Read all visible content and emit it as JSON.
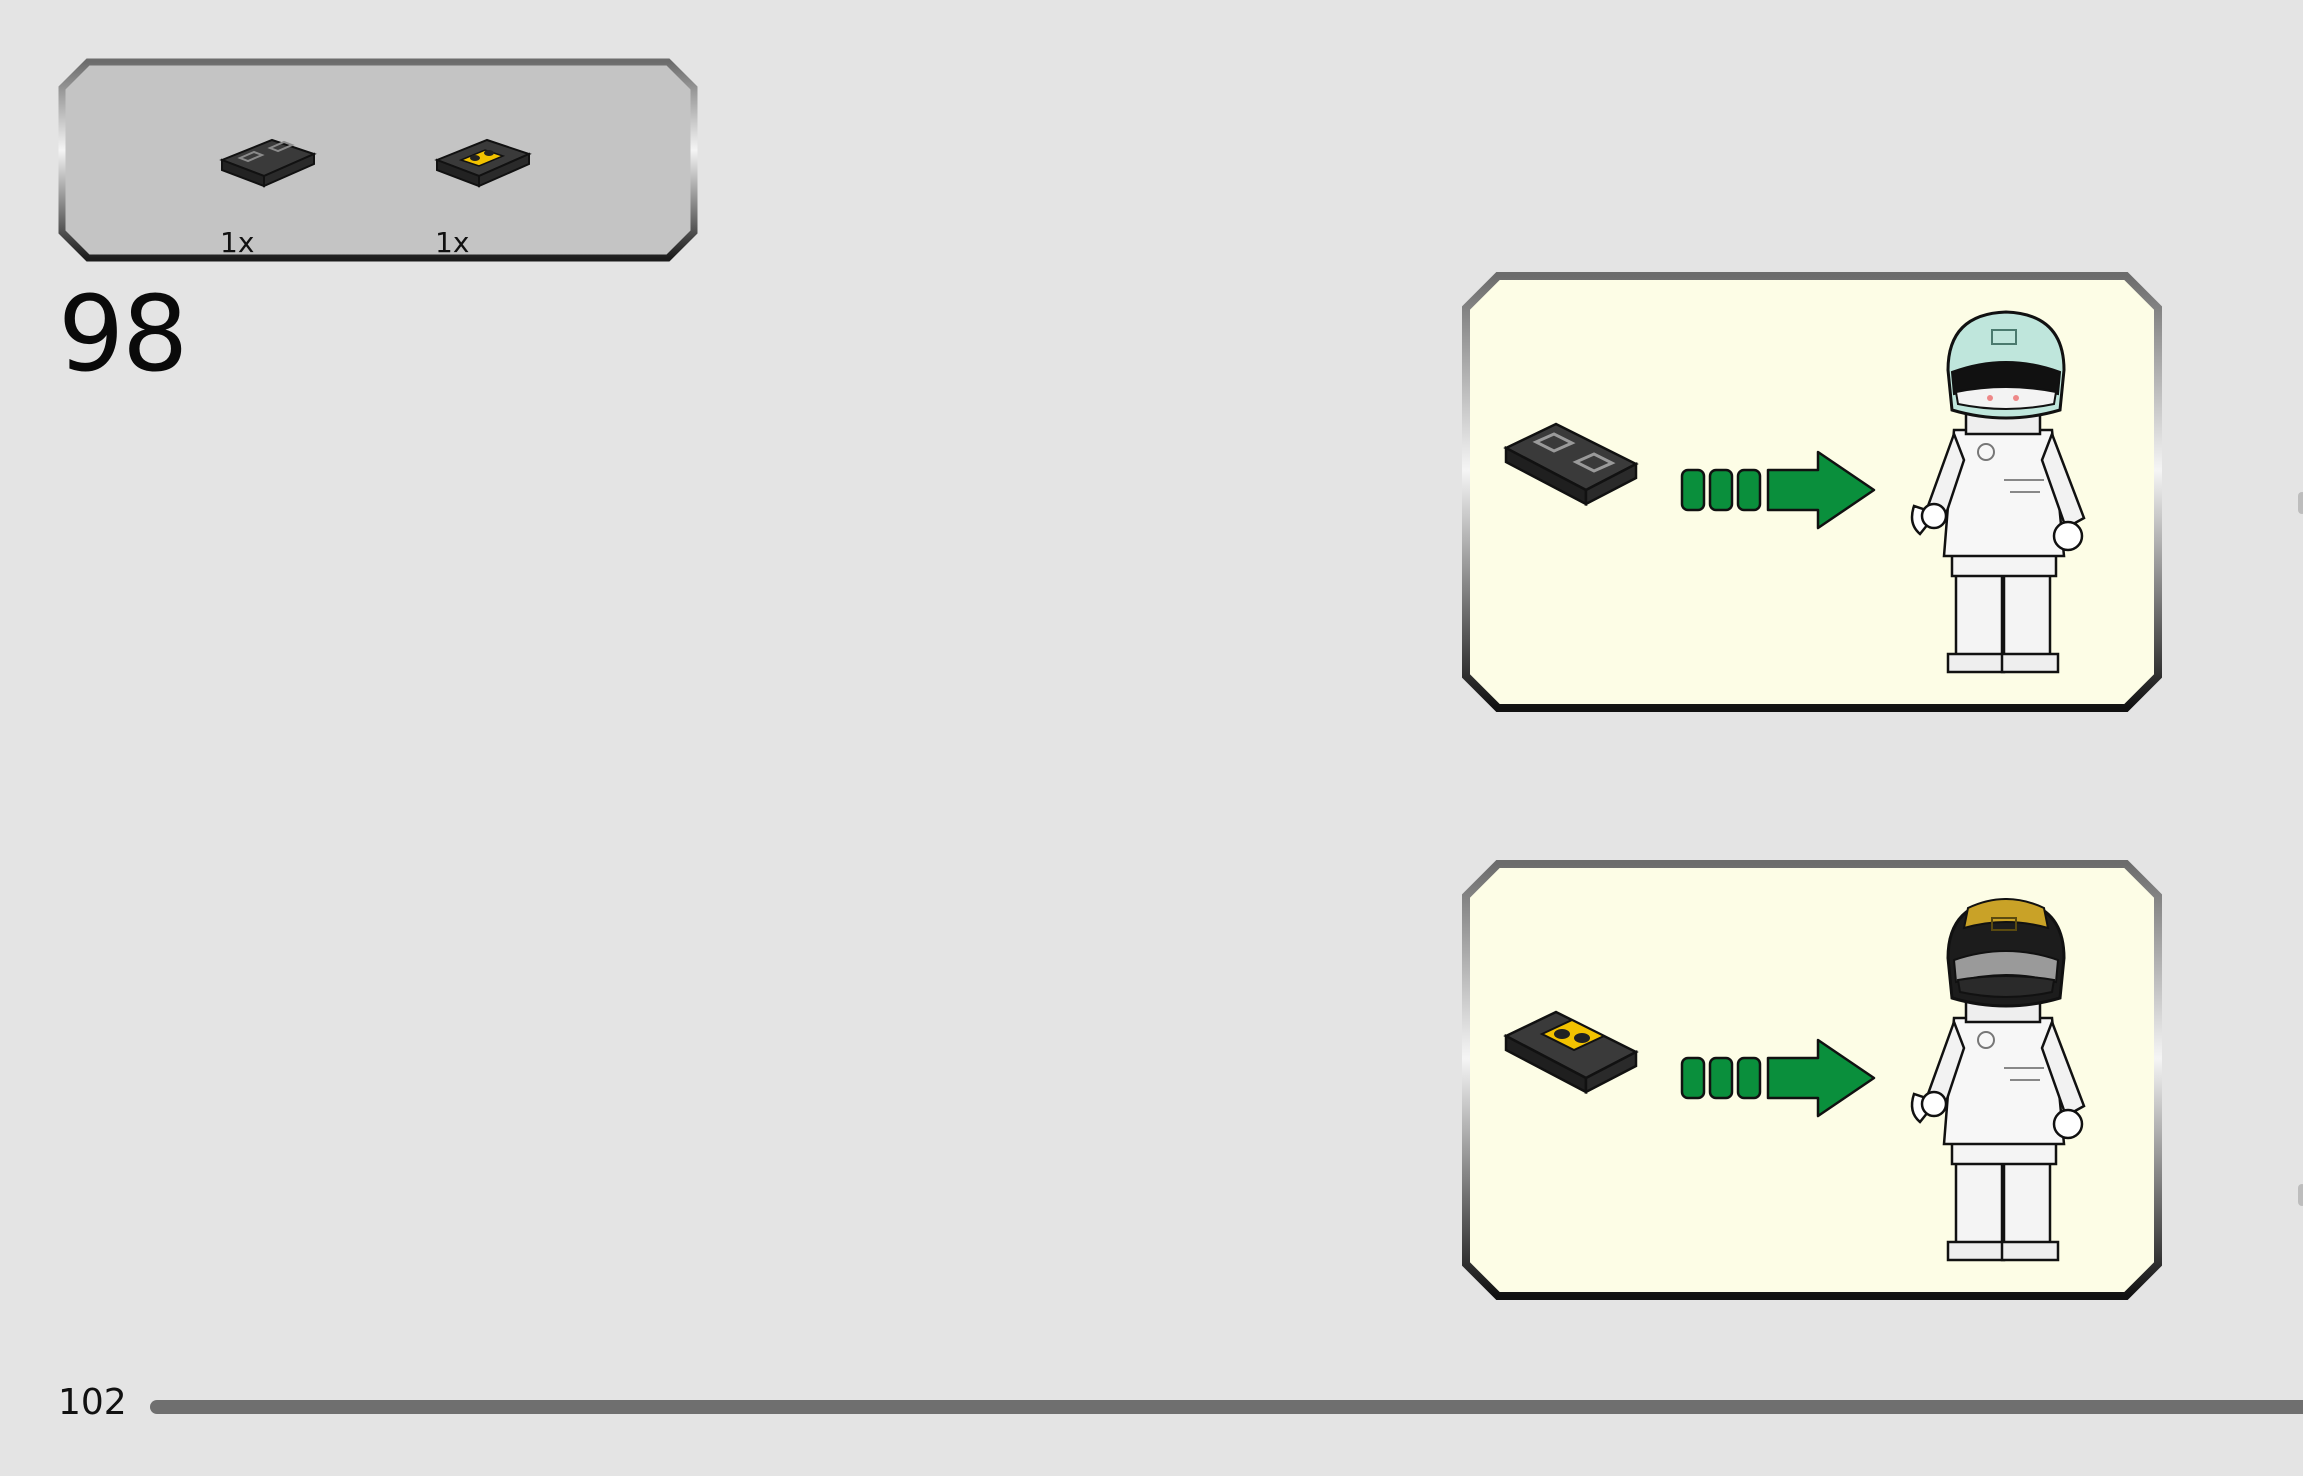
{
  "parts_list": {
    "items": [
      {
        "part": "black-tile-1x2",
        "quantity": "1x"
      },
      {
        "part": "black-tile-1x2-yellow-print",
        "quantity": "1x"
      }
    ]
  },
  "step": {
    "number": "98"
  },
  "callouts": [
    {
      "tile": "black-tile-1x2",
      "arrow": "green-arrow-icon",
      "figure": "minifigure-white-suit-mint-helmet"
    },
    {
      "tile": "black-tile-1x2-yellow-print",
      "arrow": "green-arrow-icon",
      "figure": "minifigure-white-suit-black-gold-helmet"
    }
  ],
  "footer": {
    "page_number": "102"
  },
  "colors": {
    "background": "#e4e4e4",
    "parts_panel": "#c4c4c4",
    "callout_fill": "#fdfde6",
    "arrow_green": "#0a8f3c",
    "rule": "#6f6f6f",
    "tile_black": "#2b2b2b",
    "print_yellow": "#f2c200",
    "helmet_mint": "#bfe6dc",
    "helmet_gold": "#c9a227"
  }
}
